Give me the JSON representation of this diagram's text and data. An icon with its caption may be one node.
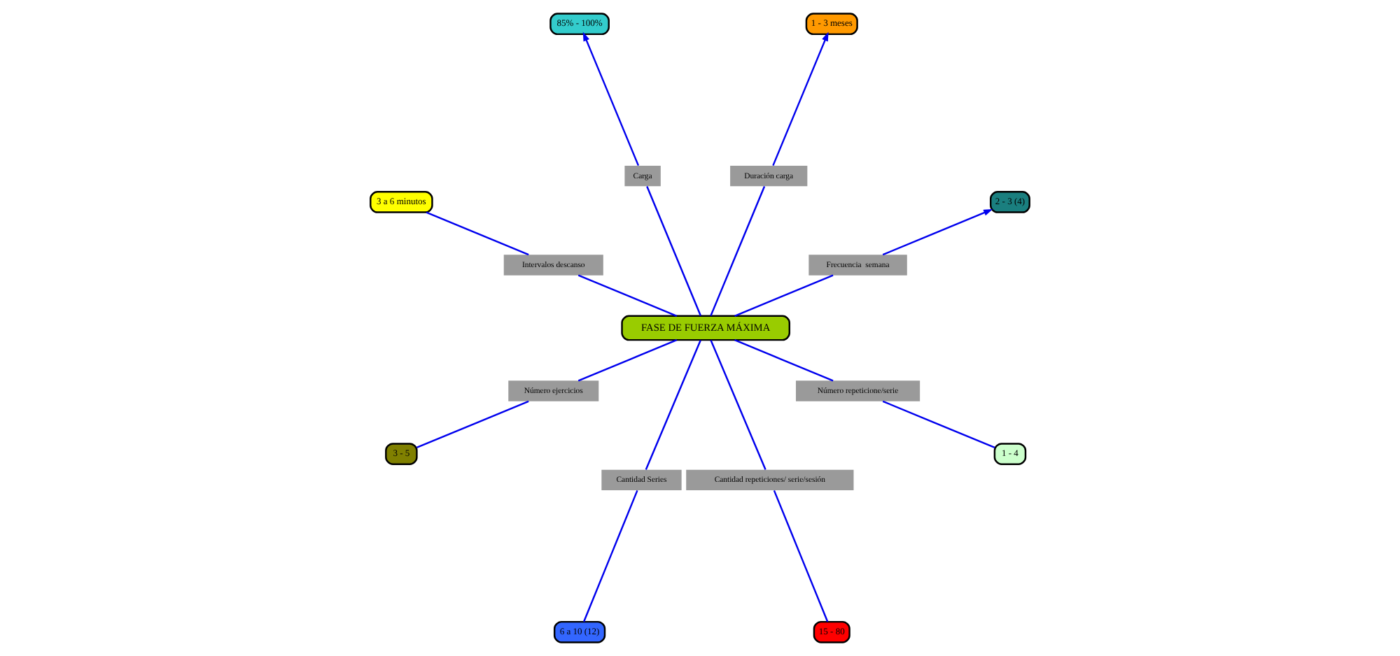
{
  "diagram": {
    "nodes": [
      {
        "text": [
          "FASE DE FUERZA MÁXIMA"
        ]
      },
      {
        "text": [
          "Frecuencia  semana"
        ]
      },
      {
        "text": [
          "2 - 3 (4)"
        ]
      },
      {
        "text": [
          "Duración carga"
        ]
      },
      {
        "text": [
          "1 - 3 meses"
        ]
      },
      {
        "text": [
          "Carga"
        ]
      },
      {
        "text": [
          "85% - 100%"
        ]
      },
      {
        "text": [
          "Intervalos descanso"
        ]
      },
      {
        "text": [
          "3 a 6 minutos"
        ]
      },
      {
        "text": [
          "Número ejercicios"
        ]
      },
      {
        "text": [
          "3 - 5"
        ]
      },
      {
        "text": [
          "Cantidad Series"
        ]
      },
      {
        "text": [
          "6 a 10 (12)"
        ]
      },
      {
        "text": [
          "Cantidad repeticiones/ serie/sesión"
        ]
      },
      {
        "text": [
          "15 - 80"
        ]
      },
      {
        "text": [
          "Número repeticione/serie"
        ]
      },
      {
        "text": [
          "1 - 4"
        ]
      }
    ],
    "edges": [
      {
        "from": 0,
        "to": 1,
        "arrow": "none"
      },
      {
        "from": 1,
        "to": 2,
        "arrow": "to"
      },
      {
        "from": 0,
        "to": 3,
        "arrow": "none"
      },
      {
        "from": 3,
        "to": 4,
        "arrow": "to"
      },
      {
        "from": 0,
        "to": 5,
        "arrow": "none"
      },
      {
        "from": 5,
        "to": 6,
        "arrow": "to"
      },
      {
        "from": 0,
        "to": 7,
        "arrow": "none"
      },
      {
        "from": 7,
        "to": 8,
        "arrow": "none"
      },
      {
        "from": 0,
        "to": 9,
        "arrow": "none"
      },
      {
        "from": 9,
        "to": 10,
        "arrow": "none"
      },
      {
        "from": 0,
        "to": 11,
        "arrow": "none"
      },
      {
        "from": 11,
        "to": 12,
        "arrow": "none"
      },
      {
        "from": 0,
        "to": 13,
        "arrow": "none"
      },
      {
        "from": 13,
        "to": 14,
        "arrow": "none"
      },
      {
        "from": 0,
        "to": 15,
        "arrow": "none"
      },
      {
        "from": 15,
        "to": 16,
        "arrow": "none"
      }
    ]
  }
}
